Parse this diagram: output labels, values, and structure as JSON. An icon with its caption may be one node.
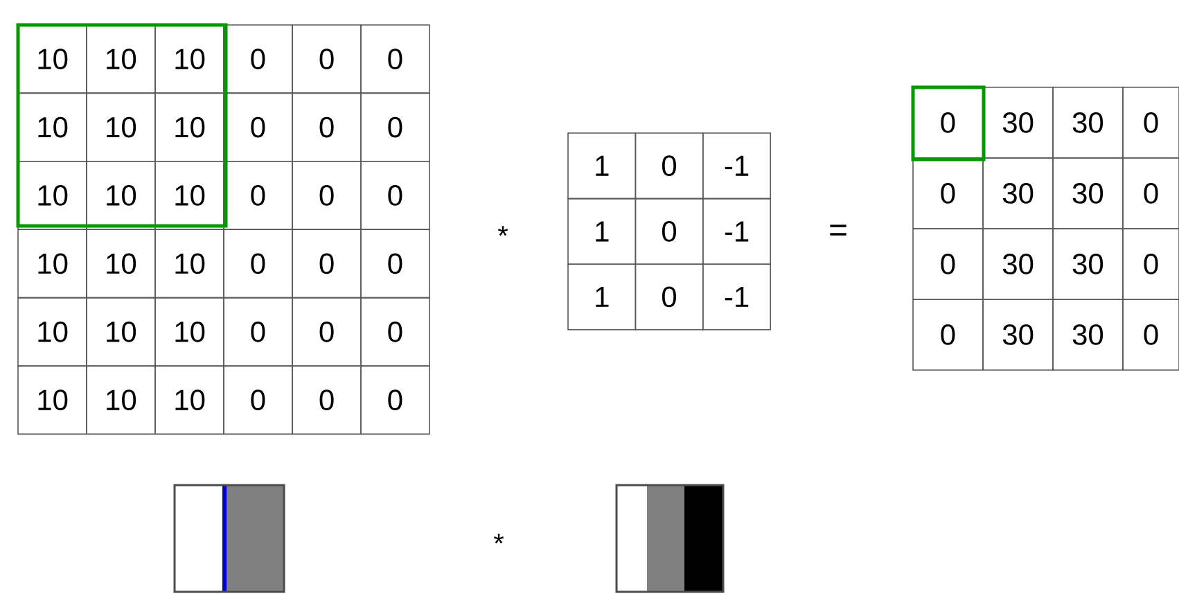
{
  "diagram": {
    "labels": [
      "10",
      "10",
      "10",
      "0",
      "0",
      "0",
      "10",
      "10",
      "10",
      "0",
      "0",
      "0",
      "10",
      "10",
      "10",
      "0",
      "0",
      "0",
      "10",
      "10",
      "10",
      "0",
      "0",
      "0",
      "10",
      "10",
      "10",
      "0",
      "0",
      "0",
      "10",
      "10",
      "10",
      "0",
      "0",
      "0",
      "*",
      "1",
      "0",
      "-1",
      "1",
      "0",
      "-1",
      "1",
      "0",
      "-1",
      "=",
      "0",
      "30",
      "30",
      "0",
      "0",
      "30",
      "30",
      "0",
      "0",
      "30",
      "30",
      "0",
      "0",
      "30",
      "30",
      "0",
      "*"
    ]
  }
}
